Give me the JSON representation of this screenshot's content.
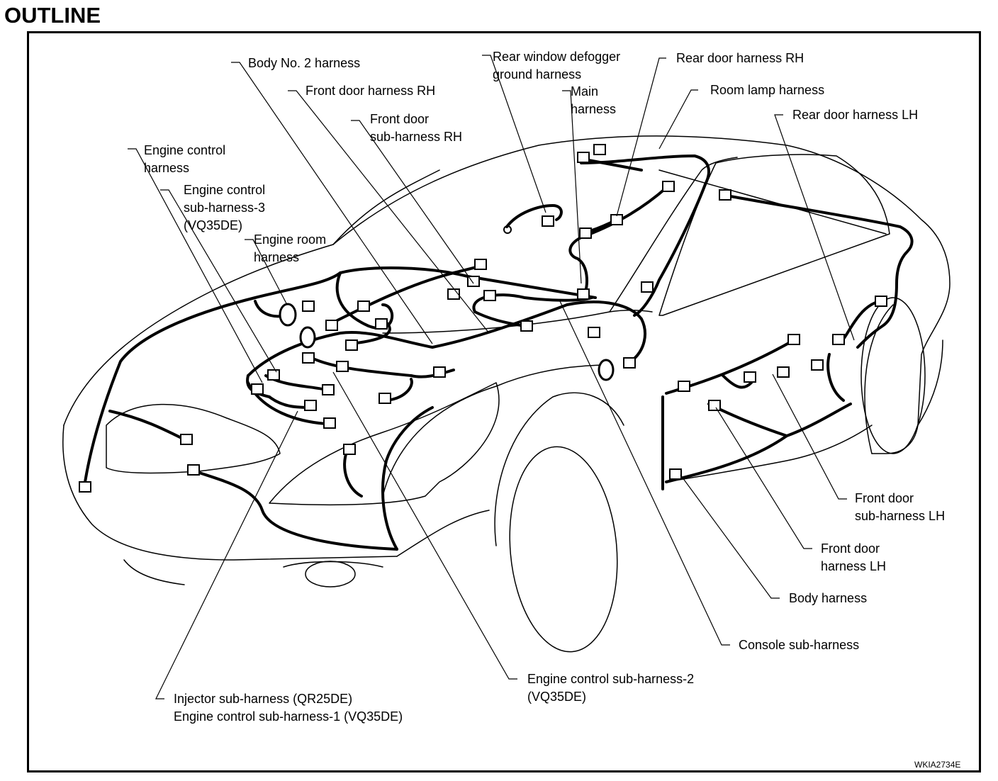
{
  "title": "OUTLINE",
  "figure_code": "WKIA2734E",
  "labels": {
    "body_no2": "Body No. 2 harness",
    "front_door_rh": "Front door harness RH",
    "front_door_sub_rh_1": "Front door",
    "front_door_sub_rh_2": "sub-harness RH",
    "rear_window_1": "Rear window defogger",
    "rear_window_2": "ground harness",
    "main_1": "Main",
    "main_2": "harness",
    "rear_door_rh": "Rear door harness RH",
    "room_lamp": "Room lamp harness",
    "rear_door_lh": "Rear door harness LH",
    "engine_control_1": "Engine control",
    "engine_control_2": "harness",
    "ecs3_1": "Engine control",
    "ecs3_2": "sub-harness-3",
    "ecs3_3": "(VQ35DE)",
    "engine_room_1": "Engine room",
    "engine_room_2": "harness",
    "front_door_sub_lh_1": "Front door",
    "front_door_sub_lh_2": "sub-harness LH",
    "front_door_lh_1": "Front door",
    "front_door_lh_2": "harness LH",
    "body_harness": "Body harness",
    "console_sub": "Console sub-harness",
    "ecs2_1": "Engine control sub-harness-2",
    "ecs2_2": "(VQ35DE)",
    "injector_1": "Injector sub-harness (QR25DE)",
    "injector_2": "Engine control sub-harness-1 (VQ35DE)"
  }
}
